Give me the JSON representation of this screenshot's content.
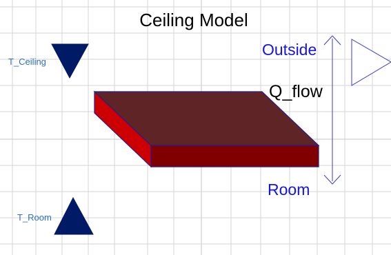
{
  "diagram": {
    "title": "Ceiling Model",
    "labels": {
      "outside": "Outside",
      "room": "Room",
      "heat_flow": "Q_flow",
      "ceiling_connector": "T_Ceiling",
      "room_connector": "T_Room"
    },
    "colors": {
      "grid": "#d6d6d6",
      "grid_major": "#c4c4c4",
      "slab_top": "#5e2426",
      "slab_front": "#800000",
      "slab_side": "#cc0000",
      "slab_edge": "#2a1a8a",
      "port_fill": "#001a66",
      "arrow": "#3a3ad0",
      "blue_label": "#1414e6",
      "small_label": "#2e6fc4",
      "title": "#000000"
    },
    "icons": {
      "ceiling_port": "triangle-down-icon",
      "room_port": "triangle-up-icon",
      "output_port": "triangle-right-icon",
      "flow_arrow": "double-arrow-vertical-icon"
    }
  }
}
